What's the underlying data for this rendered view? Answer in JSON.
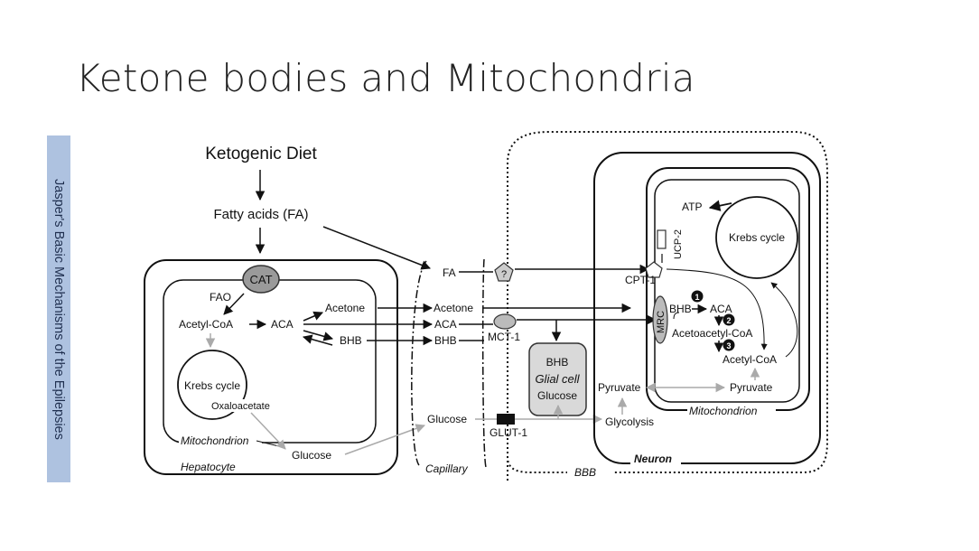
{
  "slide": {
    "title": "Ketone bodies and Mitochondria"
  },
  "sidebar": {
    "text": "Jasper's Basic Mechanisms of the Epilepsies"
  },
  "diagram": {
    "ketogenic_diet": "Ketogenic Diet",
    "fatty_acids": "Fatty acids (FA)",
    "hepatocyte": {
      "cat": "CAT",
      "fao": "FAO",
      "acetyl_coa": "Acetyl-CoA",
      "aca": "ACA",
      "acetone": "Acetone",
      "bhb": "BHB",
      "krebs": "Krebs cycle",
      "oxaloacetate": "Oxaloacetate",
      "mitochondrion": "Mitochondrion",
      "glucose": "Glucose",
      "label": "Hepatocyte"
    },
    "capillary": {
      "fa": "FA",
      "acetone": "Acetone",
      "aca": "ACA",
      "bhb": "BHB",
      "glucose": "Glucose",
      "label": "Capillary"
    },
    "bbb": {
      "question": "?",
      "mct1": "MCT-1",
      "glut1": "GLUT-1",
      "label": "BBB"
    },
    "glial": {
      "bhb": "BHB",
      "label": "Glial cell",
      "glucose": "Glucose"
    },
    "neuron": {
      "atp": "ATP",
      "ucp2": "UCP-2",
      "krebs": "Krebs cycle",
      "cpt1": "CPT-1",
      "mrc": "MRC",
      "step1": "1",
      "step2": "2",
      "step3": "3",
      "bhb": "BHB",
      "aca": "ACA",
      "acetoacetyl_coa": "Acetoacetyl-CoA",
      "acetyl_coa": "Acetyl-CoA",
      "pyruvate_left": "Pyruvate",
      "pyruvate_right": "Pyruvate",
      "glycolysis": "Glycolysis",
      "mitochondrion": "Mitochondrion",
      "label": "Neuron"
    }
  }
}
